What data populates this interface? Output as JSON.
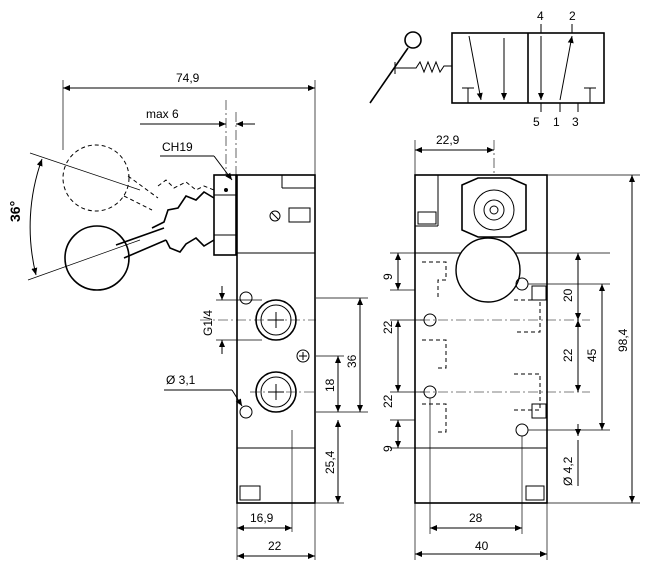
{
  "symbol": {
    "ports_top": [
      "4",
      "2"
    ],
    "ports_bottom": [
      "5",
      "1",
      "3"
    ]
  },
  "side_view": {
    "overall_width": "74,9",
    "max_lever": "max 6",
    "hex": "CH19",
    "angle": "36°",
    "thread": "G1/4",
    "hole": "Ø 3,1",
    "d_36": "36",
    "d_18": "18",
    "d_25_4": "25,4",
    "d_16_9": "16,9",
    "d_22": "22"
  },
  "front_view": {
    "top_width": "22,9",
    "d_9_top": "9",
    "d_22_a": "22",
    "d_22_b": "22",
    "d_9_bottom": "9",
    "d_20": "20",
    "d_22_r": "22",
    "d_45": "45",
    "d_98_4": "98,4",
    "hole": "Ø 4,2",
    "d_28": "28",
    "d_40": "40"
  }
}
